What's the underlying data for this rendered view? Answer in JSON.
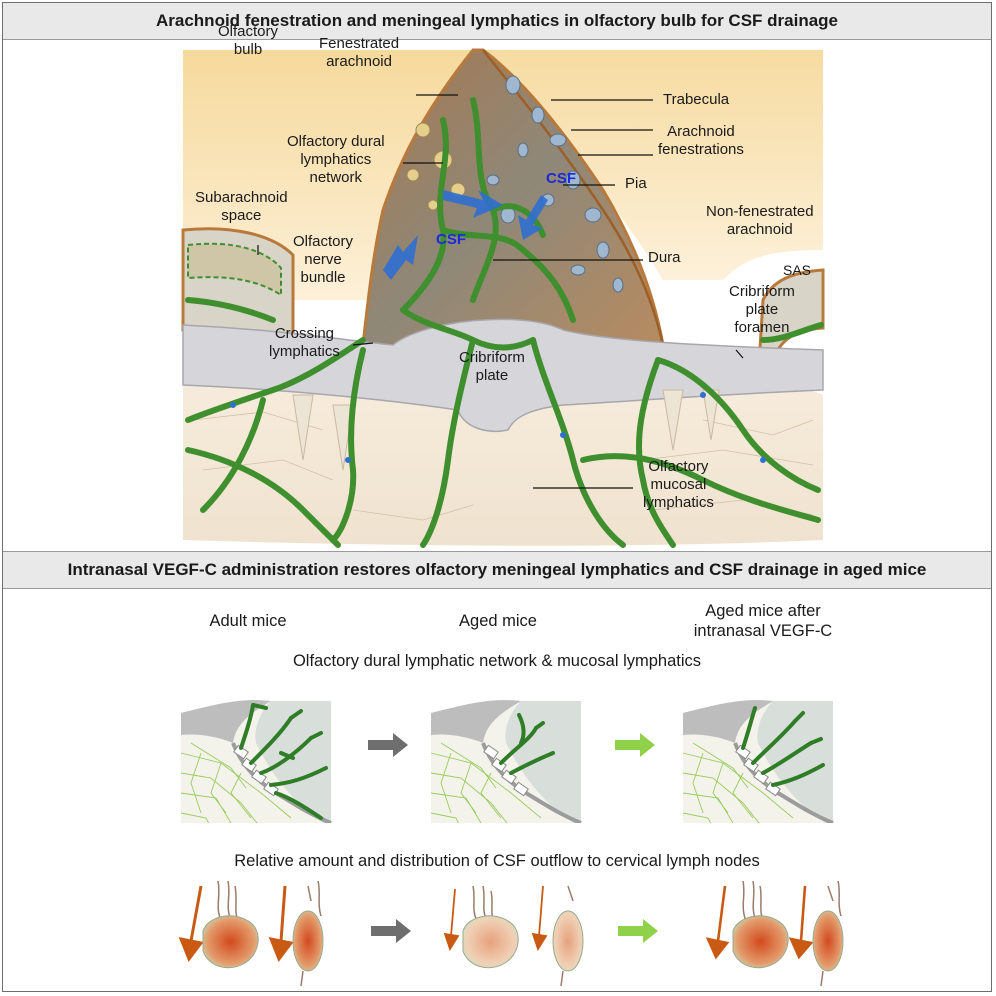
{
  "top_panel": {
    "title": "Arachnoid fenestration and meningeal lymphatics in olfactory bulb for CSF drainage",
    "labels": {
      "olfactory_bulb": [
        "Olfactory",
        "bulb"
      ],
      "fenestrated_arachnoid": [
        "Fenestrated",
        "arachnoid"
      ],
      "trabecula": "Trabecula",
      "arachnoid_fenestrations": [
        "Arachnoid",
        "fenestrations"
      ],
      "olfactory_dural_lymphatics_network": [
        "Olfactory dural",
        "lymphatics",
        "network"
      ],
      "pia": "Pia",
      "csf_1": "CSF",
      "csf_2": "CSF",
      "subarachnoid_space": [
        "Subarachnoid",
        "space"
      ],
      "non_fenestrated_arachnoid": [
        "Non-fenestrated",
        "arachnoid"
      ],
      "olfactory_nerve_bundle": [
        "Olfactory",
        "nerve",
        "bundle"
      ],
      "dura": "Dura",
      "sas": "SAS",
      "cribriform_plate_foramen": [
        "Cribriform",
        "plate",
        "foramen"
      ],
      "crossing_lymphatics": [
        "Crossing",
        "lymphatics"
      ],
      "cribriform_plate": [
        "Cribriform",
        "plate"
      ],
      "olfactory_mucosal_lymphatics": [
        "Olfactory",
        "mucosal",
        "lymphatics"
      ]
    }
  },
  "bottom_panel": {
    "title": "Intranasal VEGF-C administration restores olfactory meningeal lymphatics and CSF drainage in aged mice",
    "columns": [
      {
        "label": "Adult mice"
      },
      {
        "label": "Aged mice"
      },
      {
        "label": [
          "Aged mice after",
          "intranasal VEGF-C"
        ]
      }
    ],
    "row1_heading": "Olfactory dural lymphatic network & mucosal lymphatics",
    "row2_heading": "Relative amount and distribution of CSF outflow to cervical lymph nodes"
  },
  "colors": {
    "lymphatic_green": "#3f8f2e",
    "csf_blue": "#2f6fd0",
    "csf_text": "#1a2bd8",
    "dura_brown": "#b87a3c",
    "bulb_bg": "#fbe3b4",
    "arrow_gray": "#6e6e6e",
    "arrow_green": "#8fd24a",
    "arrow_orange": "#c85a14"
  }
}
